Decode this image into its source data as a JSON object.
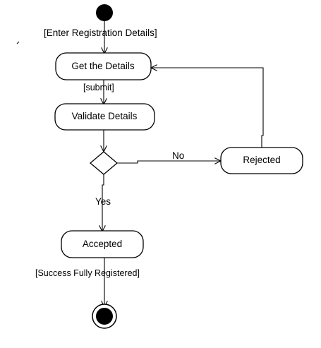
{
  "diagram": {
    "nodes": {
      "start": {
        "type": "initial-node"
      },
      "get_details": {
        "label": "Get the Details"
      },
      "validate": {
        "label": "Validate Details"
      },
      "decision": {
        "type": "decision-node"
      },
      "rejected": {
        "label": "Rejected"
      },
      "accepted": {
        "label": "Accepted"
      },
      "end": {
        "type": "final-node"
      }
    },
    "guards": {
      "enter": "[Enter Registration Details]",
      "submit": "[submit]",
      "no": "No",
      "yes": "Yes",
      "success": "[Success Fully Registered]"
    }
  }
}
